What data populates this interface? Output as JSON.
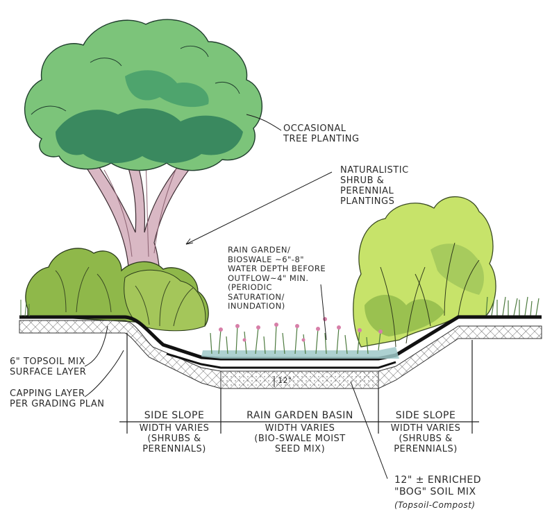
{
  "colors": {
    "ink": "#1a1a1a",
    "tree_canopy_light": "#7cc47a",
    "tree_canopy_dark": "#2f7f5a",
    "tree_trunk": "#d9b8c4",
    "shrub_green": "#8fb84a",
    "shrub_light": "#c7e36a",
    "water": "#9fc9c9",
    "flower_pink": "#d77fa8",
    "grass": "#4c7a3e"
  },
  "labels": {
    "tree": [
      "Occasional",
      "Tree Planting"
    ],
    "shrubs": [
      "Naturalistic",
      "Shrub &",
      "Perennial",
      "Plantings"
    ],
    "rain_garden": [
      "Rain Garden/",
      "Bioswale ~6\"-8\"",
      "Water Depth Before",
      "Outflow~4\" min.",
      "(Periodic",
      "Saturation/",
      "Inundation)"
    ],
    "topsoil": [
      "6\" Topsoil Mix",
      "Surface Layer"
    ],
    "capping": [
      "Capping Layer",
      "Per Grading Plan"
    ],
    "depth_mark": "12\"",
    "enriched": [
      "12\" ± Enriched",
      "\"Bog\" Soil Mix"
    ],
    "enriched_note": "(Topsoil-Compost)"
  },
  "dimensions": {
    "left_slope": {
      "title": "Side Slope",
      "lines": [
        "Width Varies",
        "(Shrubs &",
        "Perennials)"
      ]
    },
    "basin": {
      "title": "Rain Garden Basin",
      "lines": [
        "Width Varies",
        "(Bio-Swale Moist",
        "Seed Mix)"
      ]
    },
    "right_slope": {
      "title": "Side Slope",
      "lines": [
        "Width Varies",
        "(Shrubs &",
        "Perennials)"
      ]
    }
  }
}
